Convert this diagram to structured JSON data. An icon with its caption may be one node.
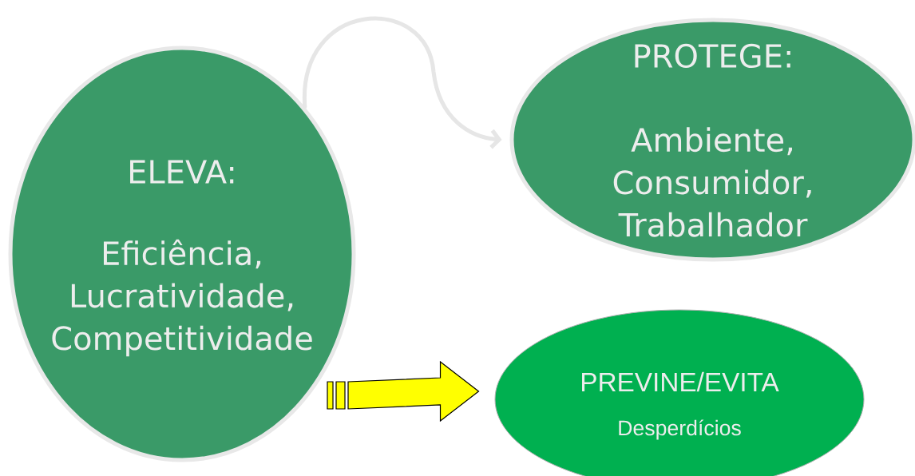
{
  "diagram": {
    "nodes": [
      {
        "text": [
          "ELEVA:",
          "Eficiência, Lucratividade, Competitividade"
        ]
      },
      {
        "text": [
          "PROTEGE:",
          "Ambiente, Consumidor, Trabalhador"
        ]
      },
      {
        "text": [
          "PREVINE/EVITA",
          "Desperdícios"
        ]
      }
    ],
    "edges": [
      {
        "from": 0,
        "to": 1,
        "arrow": "to",
        "color": "#e6e6e6"
      },
      {
        "from": 0,
        "to": 2,
        "arrow": "to",
        "style": "thick",
        "color": "#ffff00"
      }
    ]
  }
}
